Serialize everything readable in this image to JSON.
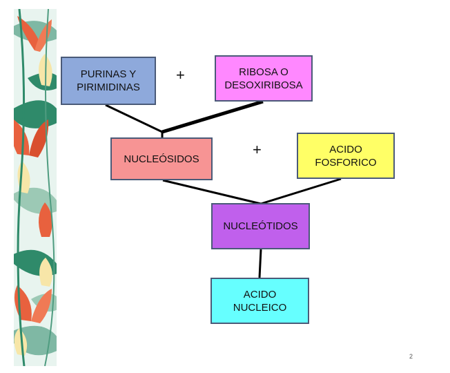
{
  "nodes": {
    "purinas": {
      "label": "PURINAS Y\nPIRIMIDINAS",
      "color": "#8ea9db"
    },
    "ribosa": {
      "label": "RIBOSA  O\nDESOXIRIBOSA",
      "color": "#ff88ff"
    },
    "nucleosidos": {
      "label": "NUCLEÓSIDOS",
      "color": "#f79494"
    },
    "acido_fosforico": {
      "label": "ACIDO\nFOSFORICO",
      "color": "#ffff66"
    },
    "nucleotidos": {
      "label": "NUCLEÓTIDOS",
      "color": "#c060ec"
    },
    "acido_nucleico": {
      "label": "ACIDO\nNUCLEICO",
      "color": "#66ffff"
    }
  },
  "operators": {
    "plus_top": "+",
    "plus_middle": "+"
  },
  "page_number": "2",
  "colors": {
    "border": "#4a5a78",
    "connector": "#000000",
    "leaf_green": "#2f8a6a",
    "petal_red": "#e8613e",
    "petal_cream": "#f7e6a8",
    "art_bg": "#e8f4ef"
  }
}
